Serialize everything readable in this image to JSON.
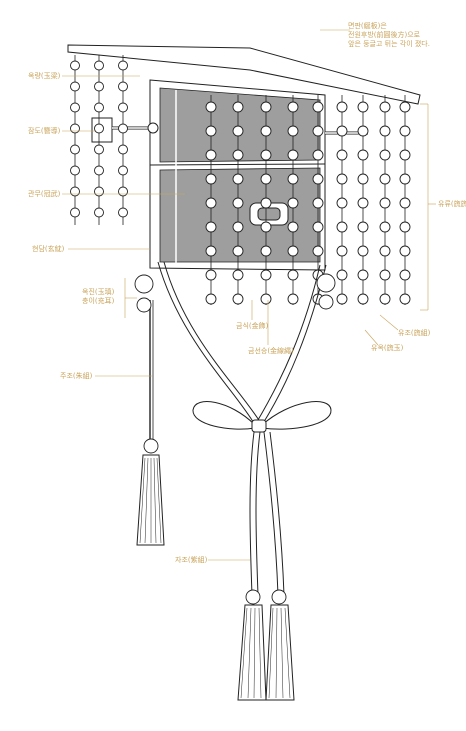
{
  "labels": {
    "top_note_line1": "면판(綖板)은",
    "top_note_line2": "전원후방(前圓後方)으로",
    "top_note_line3": "앞은 둥글고 뒤는 각이 졌다.",
    "oksa": "옥량(玉梁)",
    "jamdo": "잠도(簪導)",
    "gwanmu": "관무(冠武)",
    "hyeondam": "현담(玄紞)",
    "okjin_line1": "옥진(玉瑱)",
    "okjin_line2": "충이(充耳)",
    "juro": "주조(朱組)",
    "yuryu": "유류(旒旒)",
    "geumsik": "금식(金飾)",
    "geumseonseung": "금선승(金線繩)",
    "yujosu": "유조(旒組)",
    "yuok": "유옥(旒玉)",
    "jajo": "자조(紫組)"
  },
  "colors": {
    "label": "#c9a35a",
    "ink": "#222222",
    "panel": "#9e9e9e"
  }
}
